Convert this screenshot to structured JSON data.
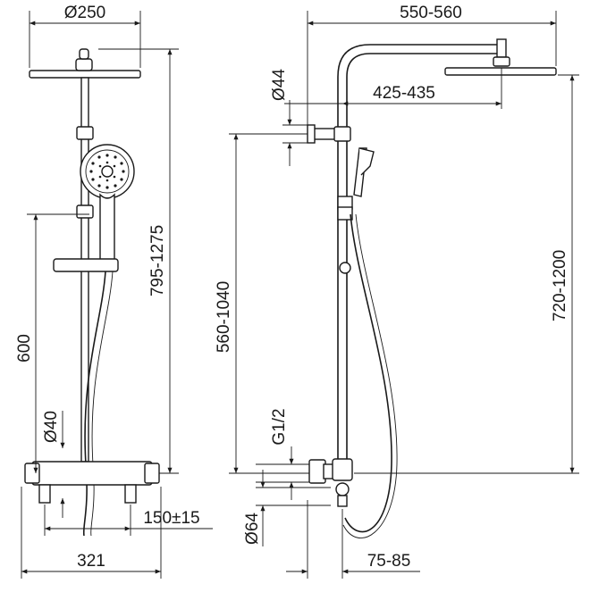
{
  "dimensions": {
    "head_diameter": "Ø250",
    "overall_width_side": "550-560",
    "arm_diameter": "Ø44",
    "arm_reach": "425-435",
    "column_height_front": "795-1275",
    "slider_height": "600",
    "column_height_side": "560-1040",
    "head_height_side": "720-1200",
    "pipe_diameter": "Ø40",
    "thread": "G1/2",
    "centers": "150±15",
    "thermostat_width": "321",
    "escutcheon_diameter": "Ø64",
    "wall_offset": "75-85"
  },
  "icons": {
    "head": "rain-shower-head-icon",
    "hand": "hand-shower-icon"
  },
  "colors": {
    "line": "#1a1a1a",
    "background": "#ffffff"
  }
}
